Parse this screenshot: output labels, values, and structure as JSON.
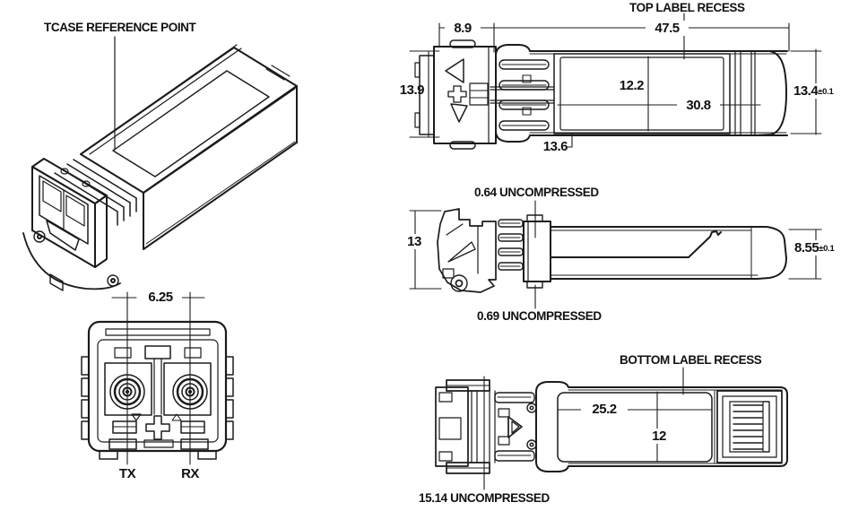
{
  "page": {
    "background": "#ffffff",
    "line_color": "#1b1b1b"
  },
  "isometric_view": {
    "callout": "TCASE REFERENCE POINT"
  },
  "front_view": {
    "dim_port_spacing": "6.25",
    "tx_label": "TX",
    "rx_label": "RX"
  },
  "top_view": {
    "callout": "TOP LABEL RECESS",
    "dim_nose_length": "8.9",
    "dim_body_length": "47.5",
    "dim_nose_width": "13.9",
    "dim_recess_width": "12.2",
    "dim_recess_length": "30.8",
    "dim_recess_offset": "13.6",
    "dim_body_width": "13.4",
    "dim_body_width_tol": "±0.1"
  },
  "side_view": {
    "callout_top": "0.64 UNCOMPRESSED",
    "dim_nose_height": "13",
    "callout_bottom": "0.69 UNCOMPRESSED",
    "dim_body_height": "8.55",
    "dim_body_height_tol": "±0.1"
  },
  "bottom_view": {
    "callout": "BOTTOM LABEL RECESS",
    "dim_recess_length": "25.2",
    "dim_recess_width": "12",
    "callout_fingers": "15.14 UNCOMPRESSED"
  }
}
